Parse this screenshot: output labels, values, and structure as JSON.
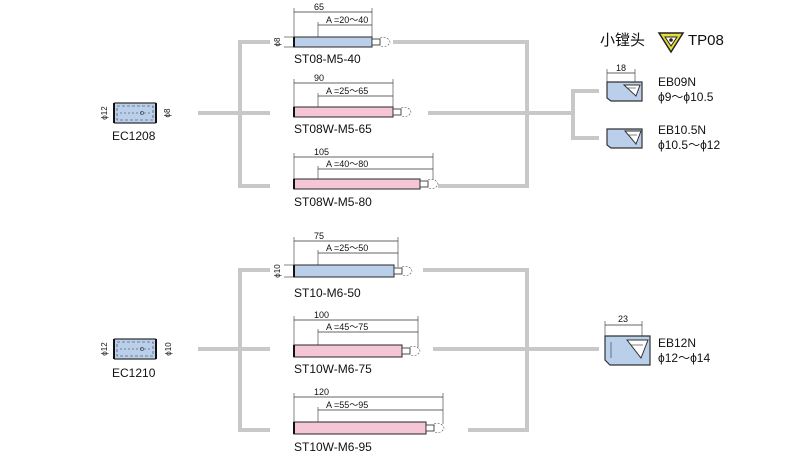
{
  "colors": {
    "connector": "#c8c8c8",
    "blue_fill": "#b9cfea",
    "pink_fill": "#f5c6d6",
    "holder_fill": "#b9cfea",
    "outline": "#3a3a3a",
    "dim_line": "#333333",
    "icon_yellow": "#e6dc3c"
  },
  "header": {
    "title": "小镗头",
    "insert_code": "TP08",
    "insert_icon": "triangle-insert-icon"
  },
  "holders": [
    {
      "name": "EC1208",
      "dia_left": "ϕ12",
      "dia_right": "ϕ8"
    },
    {
      "name": "EC1210",
      "dia_left": "ϕ12",
      "dia_right": "ϕ10"
    }
  ],
  "bars": [
    {
      "name": "ST08-M5-40",
      "total": "65",
      "adj": "A =20～40",
      "dia": "ϕ8"
    },
    {
      "name": "ST08W-M5-65",
      "total": "90",
      "adj": "A =25～65",
      "dia": ""
    },
    {
      "name": "ST08W-M5-80",
      "total": "105",
      "adj": "A =40～80",
      "dia": ""
    },
    {
      "name": "ST10-M6-50",
      "total": "75",
      "adj": "A =25～50",
      "dia": "ϕ10"
    },
    {
      "name": "ST10W-M6-75",
      "total": "100",
      "adj": "A =45～75",
      "dia": ""
    },
    {
      "name": "ST10W-M6-95",
      "total": "120",
      "adj": "A =55～95",
      "dia": ""
    }
  ],
  "heads": [
    {
      "name": "EB09N",
      "range": "ϕ9～ϕ10.5",
      "dim": "18"
    },
    {
      "name": "EB10.5N",
      "range": "ϕ10.5～ϕ12",
      "dim": ""
    },
    {
      "name": "EB12N",
      "range": "ϕ12～ϕ14",
      "dim": "23"
    }
  ]
}
